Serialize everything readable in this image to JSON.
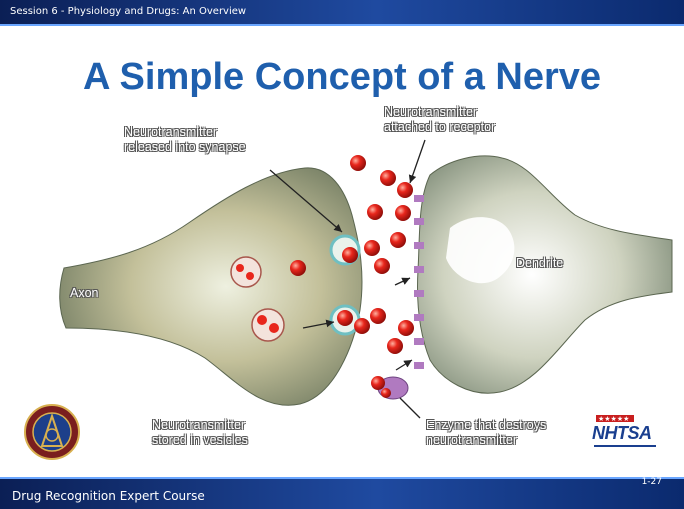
{
  "header": {
    "session": "Session 6 - Physiology and Drugs: An Overview"
  },
  "title": "A Simple Concept of a Nerve",
  "labels": {
    "released": [
      "Neurotransmitter",
      "released into synapse"
    ],
    "attached": [
      "Neurotransmitter",
      "attached to receptor"
    ],
    "axon": "Axon",
    "dendrite": "Dendrite",
    "stored": [
      "Neurotransmitter",
      "stored in vesicles"
    ],
    "enzyme": [
      "Enzyme that destroys",
      "neurotransmitter"
    ]
  },
  "footer": {
    "course": "Drug Recognition Expert Course",
    "slide_number": "1-27"
  },
  "logos": {
    "right": "NHTSA"
  },
  "colors": {
    "bar": "#1f4aa0",
    "title": "#1f5fad",
    "neuron_body": "#b9b48c",
    "neurotransmitter": "#e0201a",
    "receptor": "#b07ac0"
  }
}
